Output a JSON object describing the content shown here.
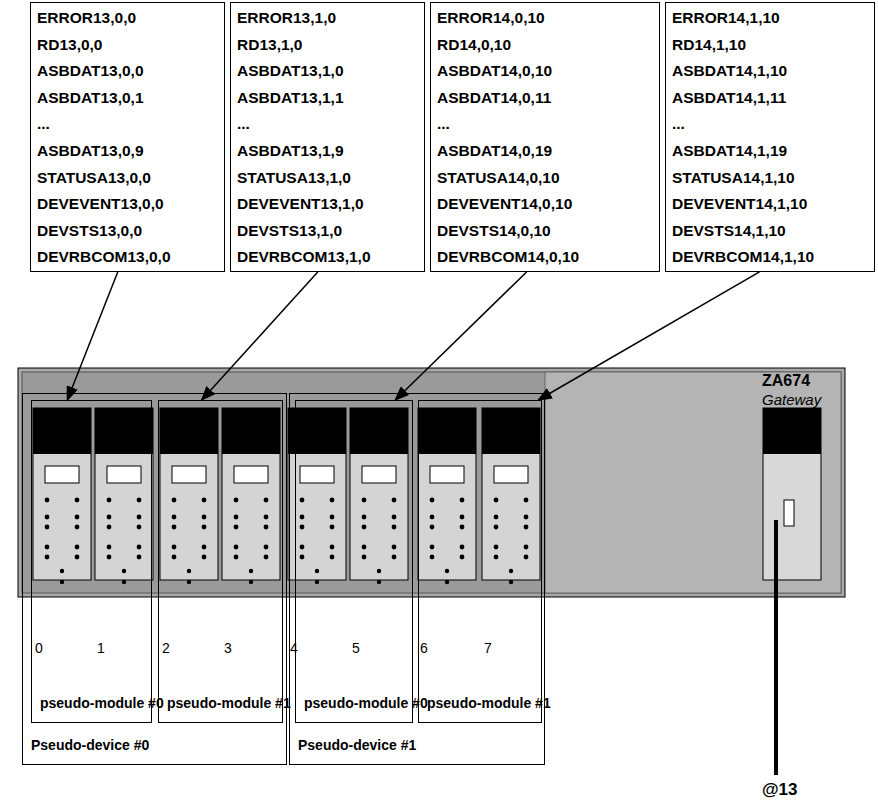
{
  "diagram": {
    "nodes": [
      {
        "text": [
          "ERROR13,0,0",
          "RD13,0,0",
          "ASBDAT13,0,0",
          "ASBDAT13,0,1",
          "...",
          "ASBDAT13,0,9",
          "STATUSA13,0,0",
          "DEVEVENT13,0,0",
          "DEVSTS13,0,0",
          "DEVRBCOM13,0,0"
        ]
      },
      {
        "text": [
          "ERROR13,1,0",
          "RD13,1,0",
          "ASBDAT13,1,0",
          "ASBDAT13,1,1",
          "...",
          "ASBDAT13,1,9",
          "STATUSA13,1,0",
          "DEVEVENT13,1,0",
          "DEVSTS13,1,0",
          "DEVRBCOM13,1,0"
        ]
      },
      {
        "text": [
          "ERROR14,0,10",
          "RD14,0,10",
          "ASBDAT14,0,10",
          "ASBDAT14,0,11",
          "...",
          "ASBDAT14,0,19",
          "STATUSA14,0,10",
          "DEVEVENT14,0,10",
          "DEVSTS14,0,10",
          "DEVRBCOM14,0,10"
        ]
      },
      {
        "text": [
          "ERROR14,1,10",
          "RD14,1,10",
          "ASBDAT14,1,10",
          "ASBDAT14,1,11",
          "...",
          "ASBDAT14,1,19",
          "STATUSA14,1,10",
          "DEVEVENT14,1,10",
          "DEVSTS14,1,10",
          "DEVRBCOM14,1,10"
        ]
      },
      {
        "text": [
          "Pseudo-device #0"
        ]
      },
      {
        "text": [
          "pseudo-module #0"
        ],
        "in": 4
      },
      {
        "text": [
          "pseudo-module #1"
        ],
        "in": 4
      },
      {
        "text": [
          "Pseudo-device #1"
        ]
      },
      {
        "text": [
          "pseudo-module #0"
        ],
        "in": 7
      },
      {
        "text": [
          "pseudo-module #1"
        ],
        "in": 7
      }
    ],
    "edges": [
      {
        "from": 0,
        "to": 5,
        "arrow": "to"
      },
      {
        "from": 1,
        "to": 6,
        "arrow": "to"
      },
      {
        "from": 2,
        "to": 8,
        "arrow": "to"
      },
      {
        "from": 3,
        "to": 9,
        "arrow": "to"
      }
    ],
    "labels": [
      "0",
      "1",
      "2",
      "3",
      "4",
      "5",
      "6",
      "7",
      "ZA674",
      "Gateway",
      "@13"
    ]
  }
}
